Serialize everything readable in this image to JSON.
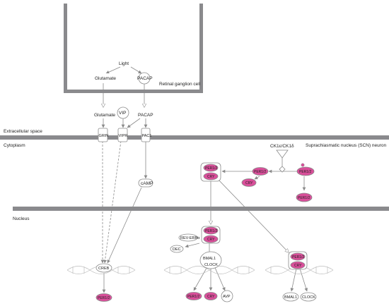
{
  "regions": {
    "rgc": "Retinal ganglion cell",
    "extracellular": "Extracellular space",
    "cytoplasm": "Cytoplasm",
    "scn": "Suprachiasmatic nucleus (SCN) neuron",
    "nucleus": "Nucleus"
  },
  "nodes": {
    "light": "Light",
    "glutamate_rgc": "Glutamate",
    "pacap_rgc": "PACAP",
    "glutamate": "Glutamate",
    "vip": "VIP",
    "pacap": "PACAP",
    "grin": "GRIN",
    "vipr": "VIPR",
    "pac1": "PAC1",
    "camp": "cAMP",
    "ck1": "CK1ε/CK1δ",
    "per_cry_cyto_per": "PER1/2",
    "per_cry_cyto_cry": "CRY",
    "per_cyto": "PER1/2",
    "cry_cyto": "CRY",
    "per_right": "PER1/2",
    "per_deg": "PER1/2",
    "per_cry_nuc_per": "PER1/2",
    "per_cry_nuc_cry": "CRY",
    "rev_erb": "REV-ERBα",
    "dec": "DEC",
    "bmal1": "BMAL1",
    "clock": "CLOCK",
    "per_cry_r_per": "PER1/2",
    "per_cry_r_cry": "CRY",
    "creb": "CREB",
    "per_creb": "PER1/2",
    "per_out": "PER1/2",
    "cry_out": "CRY",
    "avp": "AVP",
    "bmal1_out": "BMAL1",
    "clock_out": "CLOCK"
  },
  "colors": {
    "membrane": "#8a8a8d",
    "highlight": "#d94f9a",
    "node_stroke": "#8a8a8a"
  }
}
